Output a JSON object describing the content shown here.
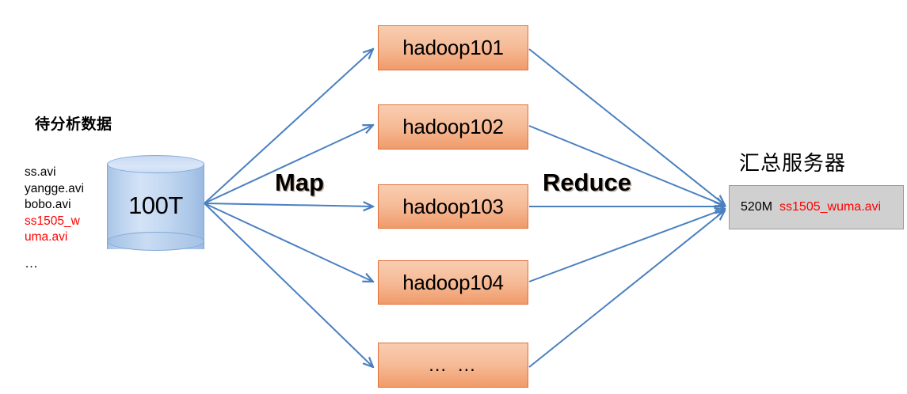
{
  "diagram": {
    "title": "Hadoop MapReduce data flow",
    "accent_line_color": "#4a80c0",
    "node_fill_color": "#f6bb97",
    "node_border_color": "#e2703a",
    "server_fill_color": "#d0d0d0",
    "highlight_text_color": "#ff0000"
  },
  "source": {
    "title": "待分析数据",
    "files": [
      {
        "name": "ss.avi",
        "highlighted": false
      },
      {
        "name": "yangge.avi",
        "highlighted": false
      },
      {
        "name": "bobo.avi",
        "highlighted": false
      },
      {
        "name": "ss1505_w",
        "highlighted": true
      },
      {
        "name": "uma.avi",
        "highlighted": true
      }
    ],
    "more": "…",
    "storage": {
      "label": "100T"
    }
  },
  "stages": {
    "map": "Map",
    "reduce": "Reduce"
  },
  "nodes": [
    {
      "label": "hadoop101"
    },
    {
      "label": "hadoop102"
    },
    {
      "label": "hadoop103"
    },
    {
      "label": "hadoop104"
    },
    {
      "label": "… …"
    }
  ],
  "server": {
    "title": "汇总服务器",
    "result_size": "520M",
    "result_file": "ss1505_wuma.avi"
  }
}
